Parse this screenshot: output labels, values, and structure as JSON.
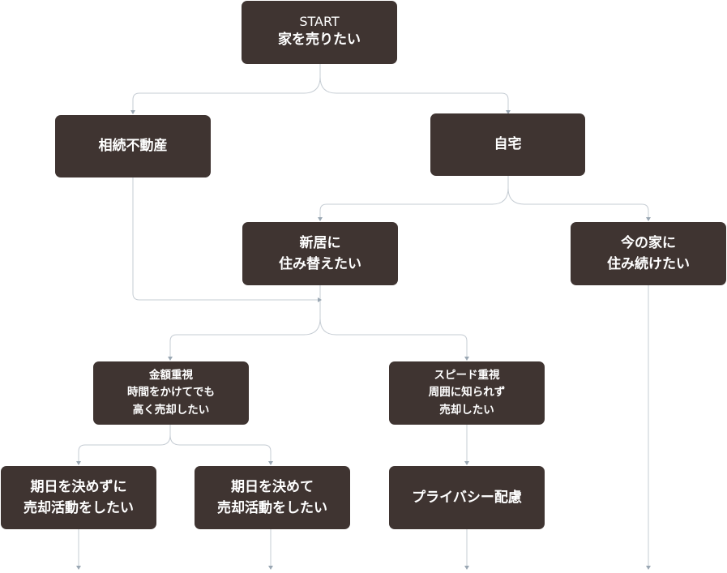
{
  "colors": {
    "node_bg": "#3f3431",
    "node_text": "#ffffff",
    "line": "#c5ccd3",
    "arrow": "#9aa7b3"
  },
  "nodes": {
    "start": {
      "line1": "START",
      "line2": "家を売りたい"
    },
    "inherited": {
      "line1": "相続不動産"
    },
    "home": {
      "line1": "自宅"
    },
    "relocate": {
      "line1": "新居に",
      "line2": "住み替えたい"
    },
    "stay": {
      "line1": "今の家に",
      "line2": "住み続けたい"
    },
    "price_focus": {
      "line1": "金額重視",
      "line2": "時間をかけてでも",
      "line3": "高く売却したい"
    },
    "speed_focus": {
      "line1": "スピード重視",
      "line2": "周囲に知られず",
      "line3": "売却したい"
    },
    "no_deadline": {
      "line1": "期日を決めずに",
      "line2": "売却活動をしたい"
    },
    "with_deadline": {
      "line1": "期日を決めて",
      "line2": "売却活動をしたい"
    },
    "privacy": {
      "line1": "プライバシー配慮"
    }
  }
}
